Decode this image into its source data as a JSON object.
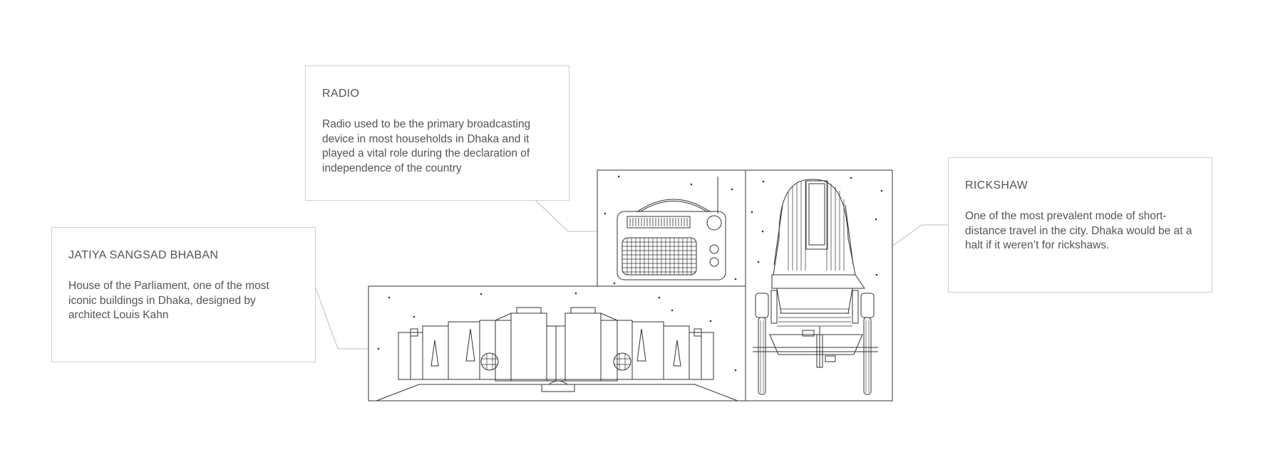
{
  "callouts": {
    "radio": {
      "title": "RADIO",
      "description": "Radio used to be the primary broadcasting device in most households in Dhaka and it played a vital role during the declaration of independence of the country"
    },
    "rickshaw": {
      "title": "RICKSHAW",
      "description": "One of the most prevalent mode of short-distance travel in the city. Dhaka would be at a halt if it weren’t for rickshaws."
    },
    "sangsad": {
      "title": "JATIYA SANGSAD BHABAN",
      "description": "House of the Parliament, one of the most iconic buildings in Dhaka, designed by architect Louis Kahn"
    }
  },
  "illustrations": [
    "radio-illustration",
    "rickshaw-illustration",
    "parliament-building-illustration"
  ],
  "colors": {
    "line": "#333333",
    "card_border": "#cfcfcf",
    "text": "#555555",
    "leader": "#bdbdbd"
  }
}
